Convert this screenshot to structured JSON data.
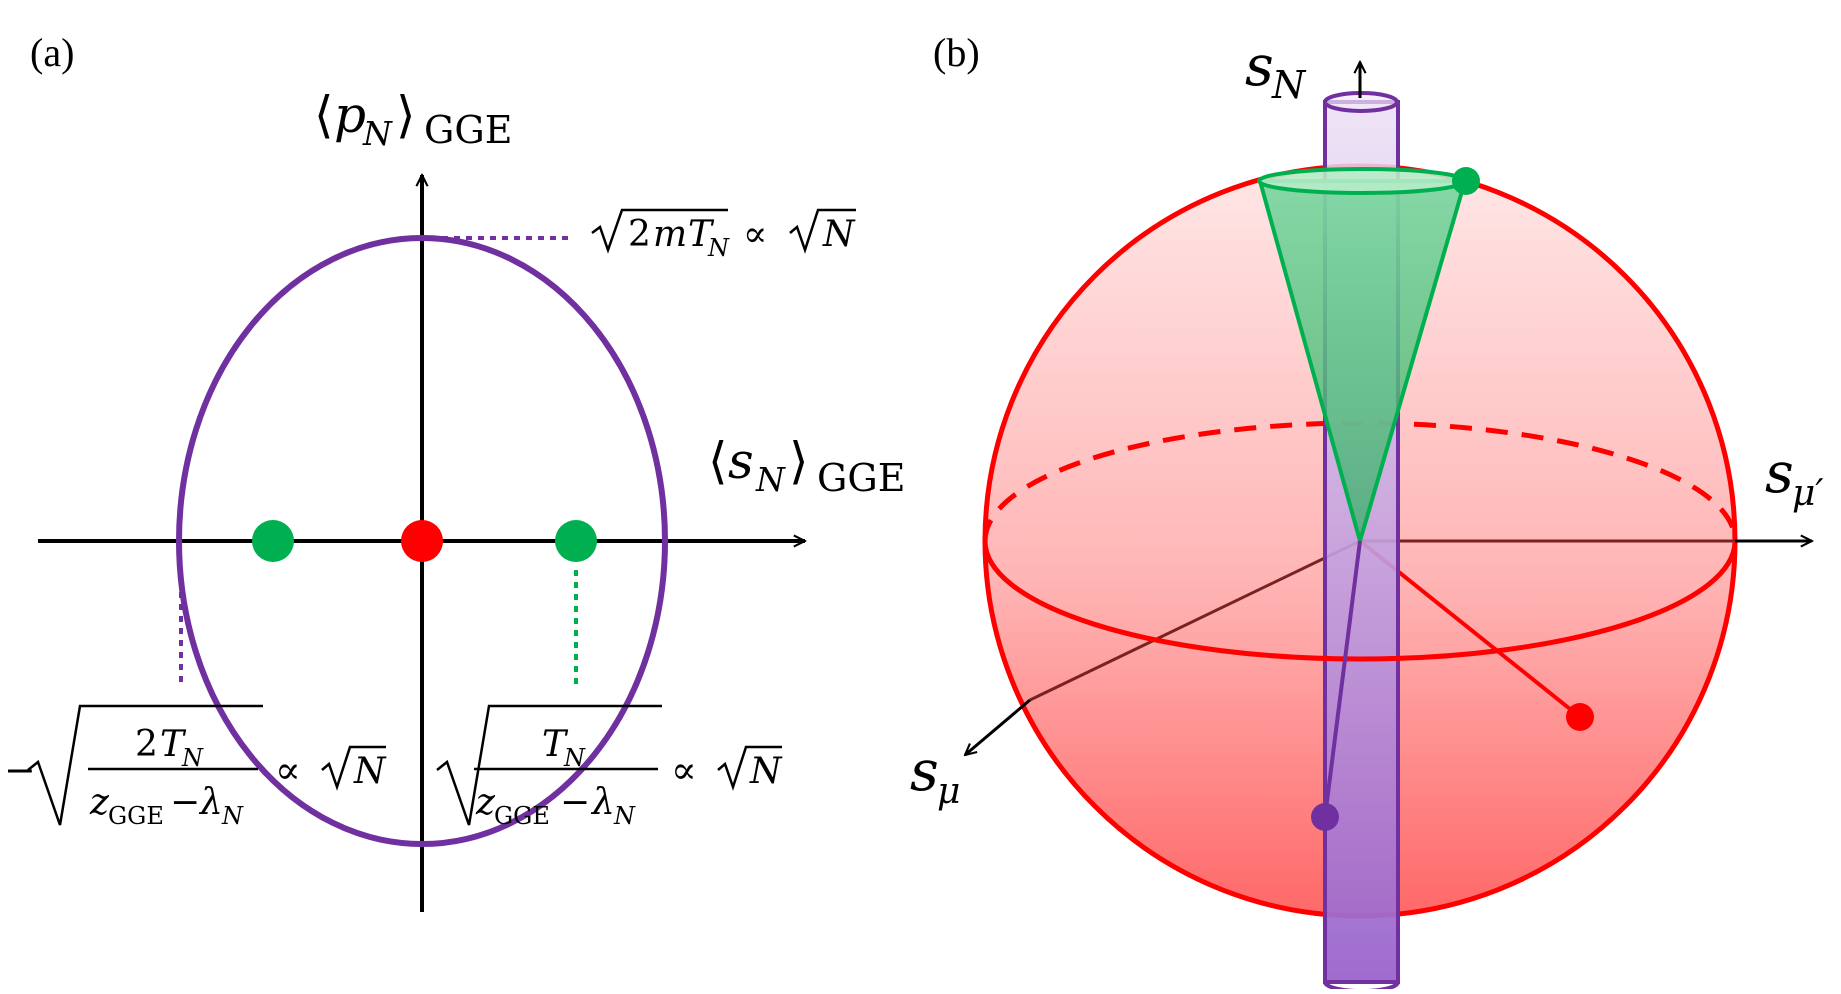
{
  "panel_a": {
    "label": "(a)",
    "y_axis_label": {
      "langle": "⟨",
      "var": "p",
      "sub": "N",
      "rangle": "⟩",
      "subscript": "GGE"
    },
    "x_axis_label": {
      "langle": "⟨",
      "var": "s",
      "sub": "N",
      "rangle": "⟩",
      "subscript": "GGE"
    },
    "top_annotation": {
      "sqrt_inner": "2",
      "m": "m",
      "T": "T",
      "T_sub": "N",
      "propto": "∝",
      "N": "N"
    },
    "left_annotation": {
      "minus": "−",
      "numerator": "2",
      "T": "T",
      "T_sub": "N",
      "denom_z": "z",
      "denom_z_sub": "GGE",
      "denom_minus": "−",
      "denom_lambda": "λ",
      "denom_lambda_sub": "N",
      "propto": "∝",
      "N": "N"
    },
    "right_annotation": {
      "T": "T",
      "T_sub": "N",
      "denom_z": "z",
      "denom_z_sub": "GGE",
      "denom_minus": "−",
      "denom_lambda": "λ",
      "denom_lambda_sub": "N",
      "propto": "∝",
      "N": "N"
    },
    "colors": {
      "ellipse": "#7030a0",
      "center_point": "#ff0000",
      "side_points": "#00b050",
      "axes": "#000000"
    }
  },
  "panel_b": {
    "label": "(b)",
    "axis_sN": {
      "var": "s",
      "sub": "N"
    },
    "axis_smu_prime": {
      "var": "s",
      "sub": "μ′"
    },
    "axis_smu": {
      "var": "s",
      "sub": "μ"
    },
    "colors": {
      "sphere": "#ff0000",
      "cylinder": "#7030a0",
      "cone": "#00b050",
      "axes": "#000000"
    }
  }
}
